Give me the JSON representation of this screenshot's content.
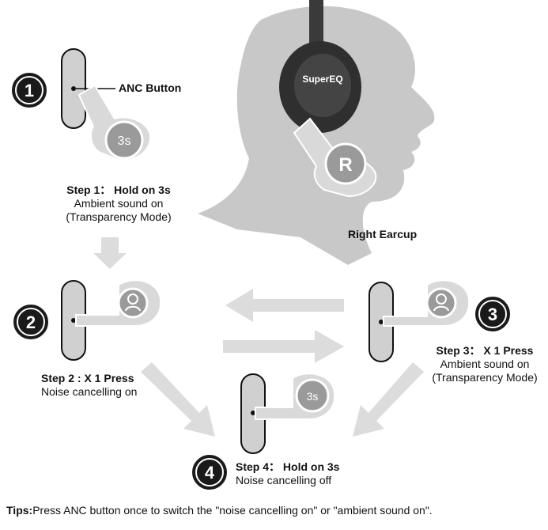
{
  "brand_text": "SuperEQ",
  "anc_button_label": "ANC Button",
  "right_earcup_label": "Right Earcup",
  "earcup_side_letter": "R",
  "steps": [
    {
      "number": "1",
      "title": "Step 1： Hold on 3s",
      "line1": "Ambient sound on",
      "line2": "(Transparency Mode)",
      "badge": "3s"
    },
    {
      "number": "2",
      "title": "Step 2 : X 1 Press",
      "line1": "Noise cancelling on",
      "line2": ""
    },
    {
      "number": "3",
      "title": "Step 3： X 1 Press",
      "line1": "Ambient sound on",
      "line2": "(Transparency Mode)"
    },
    {
      "number": "4",
      "title": "Step 4： Hold on 3s",
      "line1": "Noise cancelling off",
      "line2": "",
      "badge": "3s"
    }
  ],
  "tips_label": "Tips:",
  "tips_text": "Press ANC button once to switch the \"noise cancelling on\" or \"ambient sound on\".",
  "colors": {
    "silhouette": "#c8c8c8",
    "earcup": "#3a3a3a",
    "hand": "#d9d9d9",
    "arrow": "#dcdcdc",
    "circle": "#1a1a1a"
  }
}
